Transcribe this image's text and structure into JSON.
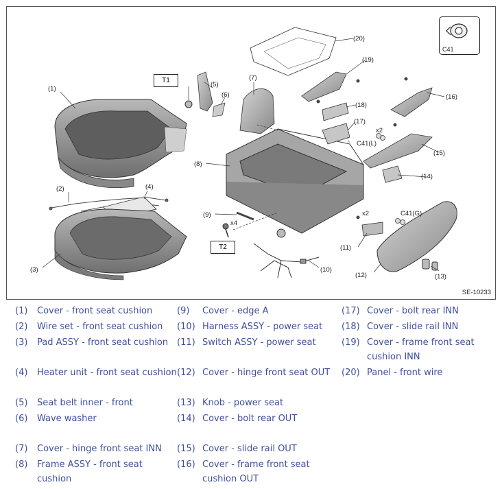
{
  "figure": {
    "id": "SE-10233",
    "c41_label": "C41",
    "callouts": {
      "c1": "(1)",
      "c2": "(2)",
      "c3": "(3)",
      "c4": "(4)",
      "c5": "(5)",
      "c6": "(6)",
      "c7": "(7)",
      "c8": "(8)",
      "c9": "(9)",
      "c10": "(10)",
      "c11": "(11)",
      "c12": "(12)",
      "c13": "(13)",
      "c14": "(14)",
      "c15": "(15)",
      "c16": "(16)",
      "c17": "(17)",
      "c18": "(18)",
      "c19": "(19)",
      "c20": "(20)"
    },
    "tags": {
      "t1": "T1",
      "t2": "T2",
      "x4": "x4",
      "x2a": "x2",
      "x2b": "x2",
      "c41l": "C41(L)",
      "c41g": "C41(G)"
    }
  },
  "legend": [
    {
      "num": "(1)",
      "text": "Cover - front seat cushion"
    },
    {
      "num": "(2)",
      "text": "Wire set - front seat cushion"
    },
    {
      "num": "(3)",
      "text": "Pad ASSY - front seat cushion"
    },
    {
      "num": "(4)",
      "text": "Heater unit - front seat cushion"
    },
    {
      "num": "(5)",
      "text": "Seat belt inner - front"
    },
    {
      "num": "(6)",
      "text": "Wave washer"
    },
    {
      "num": "(7)",
      "text": "Cover - hinge front seat INN"
    },
    {
      "num": "(8)",
      "text": "Frame ASSY - front seat cushion"
    },
    {
      "num": "(9)",
      "text": "Cover - edge A"
    },
    {
      "num": "(10)",
      "text": "Harness ASSY - power seat"
    },
    {
      "num": "(11)",
      "text": "Switch ASSY - power seat"
    },
    {
      "num": "(12)",
      "text": "Cover - hinge front seat OUT"
    },
    {
      "num": "(13)",
      "text": "Knob - power seat"
    },
    {
      "num": "(14)",
      "text": "Cover - bolt rear OUT"
    },
    {
      "num": "(15)",
      "text": "Cover - slide rail OUT"
    },
    {
      "num": "(16)",
      "text": "Cover - frame front seat cushion OUT"
    },
    {
      "num": "(17)",
      "text": "Cover - bolt rear INN"
    },
    {
      "num": "(18)",
      "text": "Cover - slide rail INN"
    },
    {
      "num": "(19)",
      "text": "Cover - frame front seat cushion INN"
    },
    {
      "num": "(20)",
      "text": "Panel - front wire"
    }
  ]
}
